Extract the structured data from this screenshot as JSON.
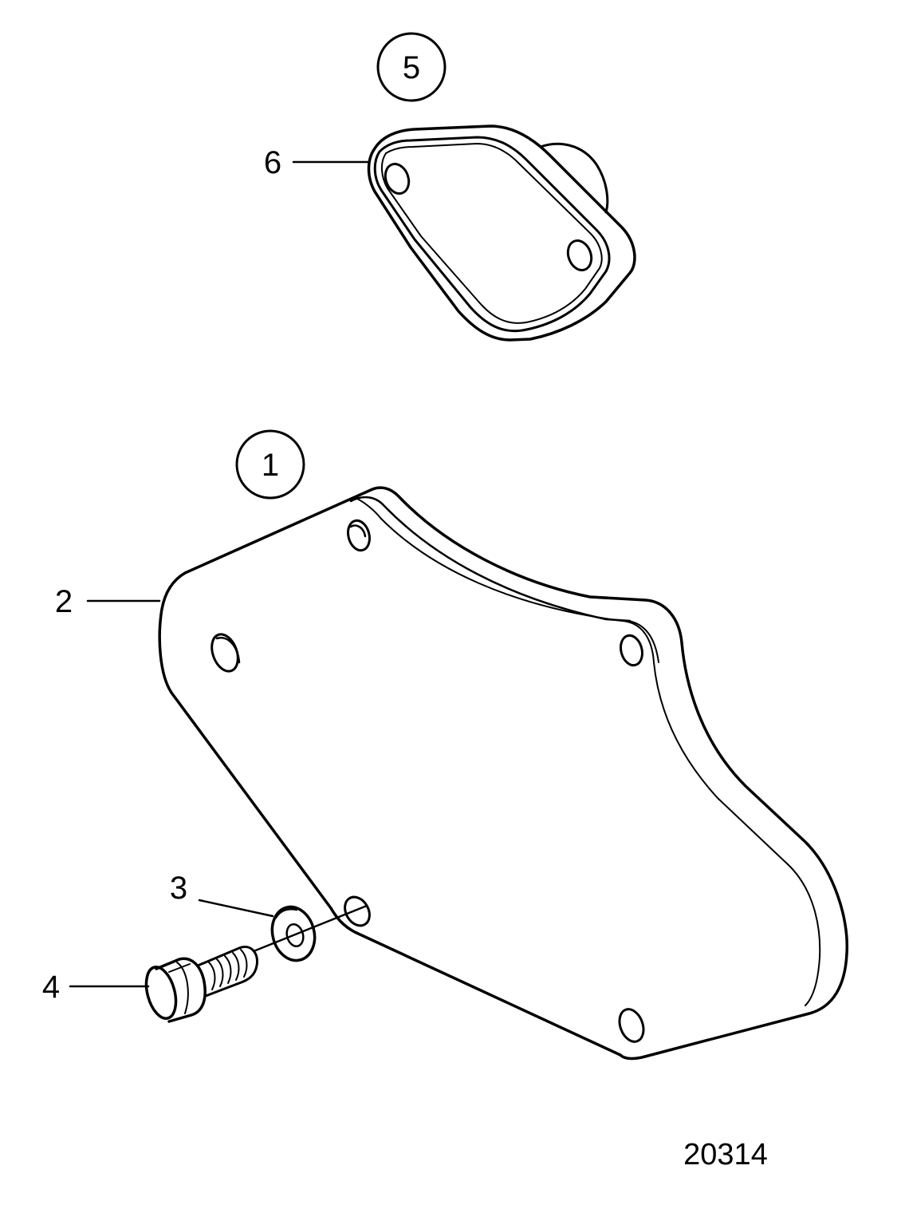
{
  "callouts": {
    "c1": "1",
    "c2": "2",
    "c3": "3",
    "c4": "4",
    "c5": "5",
    "c6": "6"
  },
  "figure_number": "20314",
  "parts": [
    {
      "ref": "1",
      "icon": "cover-plate-assembly-icon"
    },
    {
      "ref": "2",
      "icon": "cover-plate-icon"
    },
    {
      "ref": "3",
      "icon": "washer-icon"
    },
    {
      "ref": "4",
      "icon": "hex-bolt-icon"
    },
    {
      "ref": "5",
      "icon": "cover-assembly-icon"
    },
    {
      "ref": "6",
      "icon": "cover-gasket-icon"
    }
  ]
}
